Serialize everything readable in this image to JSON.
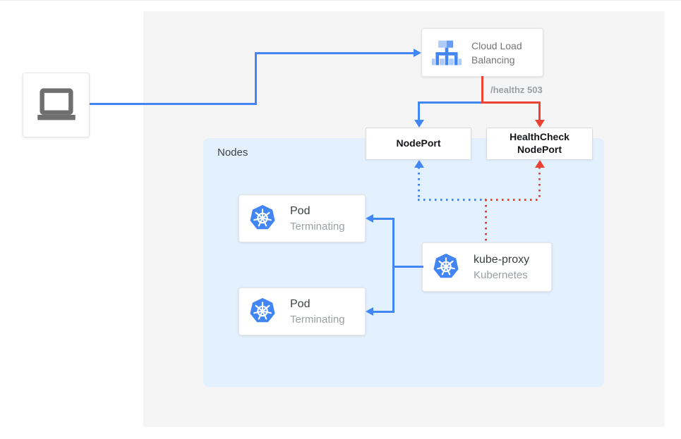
{
  "colors": {
    "arrow_blue": "#4285f4",
    "arrow_red": "#ea4335",
    "nodes_panel_blue": "#e3f0fd",
    "canvas_gray": "#f5f5f6",
    "kubernetes_blue": "#4285f4"
  },
  "diagram": {
    "client_device": {
      "icon": "laptop-icon"
    },
    "cloud_load_balancing": {
      "label": "Cloud Load Balancing",
      "icon": "load-balancer-icon"
    },
    "health_check_label": "/healthz 503",
    "nodeport": {
      "label": "NodePort"
    },
    "healthcheck_nodeport": {
      "label": "HealthCheck NodePort"
    },
    "nodes_panel": {
      "label": "Nodes"
    },
    "pods": [
      {
        "title": "Pod",
        "subtitle": "Terminating",
        "icon": "kubernetes-icon"
      },
      {
        "title": "Pod",
        "subtitle": "Terminating",
        "icon": "kubernetes-icon"
      }
    ],
    "kube_proxy": {
      "title": "kube-proxy",
      "subtitle": "Kubernetes",
      "icon": "kubernetes-icon"
    }
  }
}
